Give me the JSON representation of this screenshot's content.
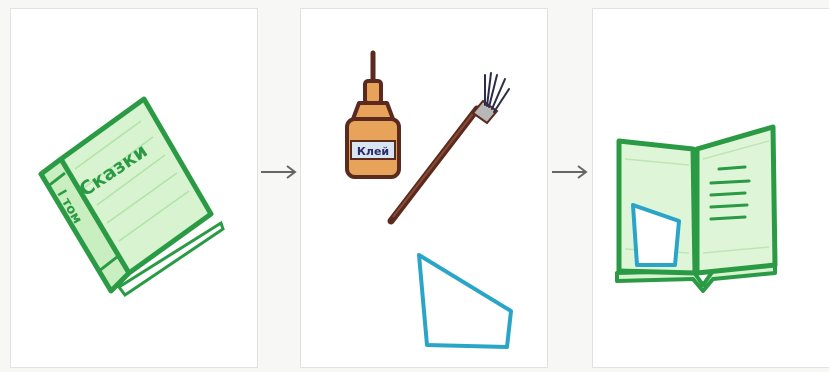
{
  "panels": [
    {
      "book_title": "Сказки",
      "spine_text": "I том"
    },
    {
      "glue_label": "Клей"
    },
    {}
  ],
  "colors": {
    "green": "#2a9a45",
    "green_fill": "#bfe8b4",
    "blue": "#2aa5c8",
    "brown": "#5a2a1e",
    "orange": "#e7a35a",
    "arrow": "#666666"
  },
  "icons": [
    "book-icon",
    "glue-bottle-icon",
    "paint-brush-icon",
    "paper-patch-icon",
    "open-book-icon",
    "arrow-right-icon"
  ]
}
